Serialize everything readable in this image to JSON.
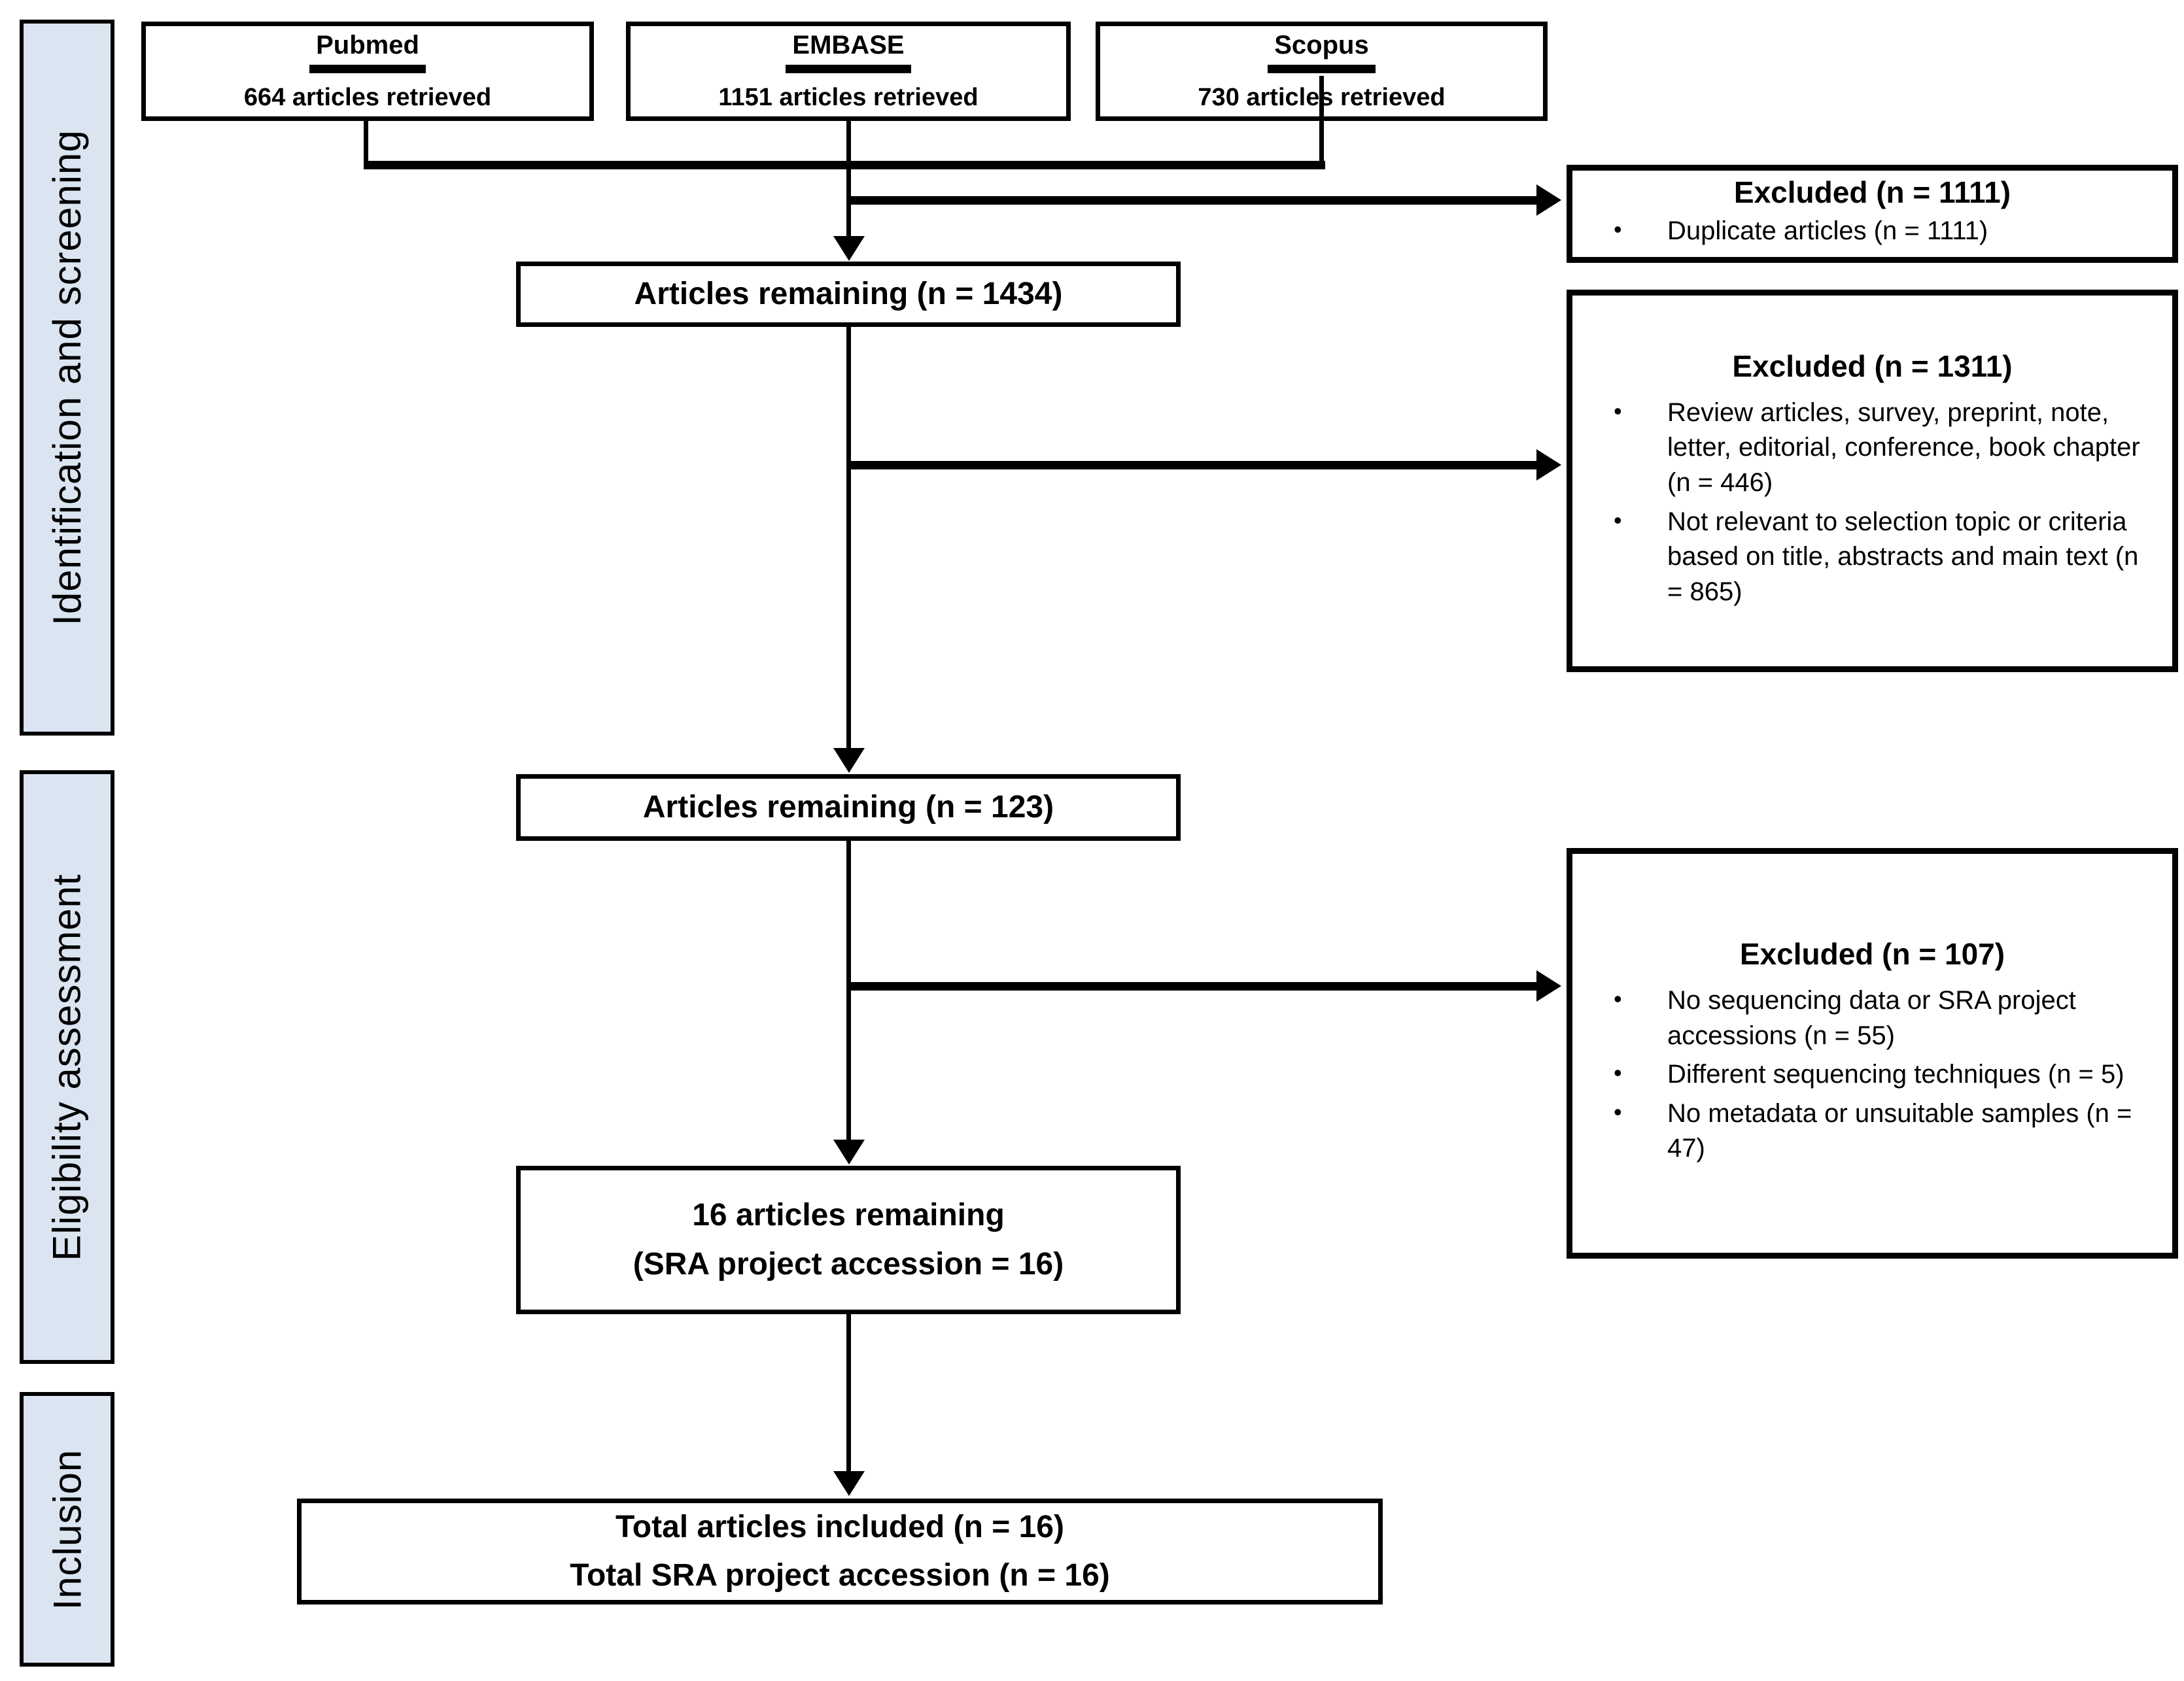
{
  "colors": {
    "background": "#ffffff",
    "sidebar_fill": "#dbe5f1",
    "line": "#000000"
  },
  "sidebar": {
    "stages": [
      {
        "label": "Identification and screening"
      },
      {
        "label": "Eligibility assessment"
      },
      {
        "label": "Inclusion"
      }
    ]
  },
  "sources": [
    {
      "title": "Pubmed",
      "subtitle": "664 articles retrieved"
    },
    {
      "title": "EMBASE",
      "subtitle": "1151 articles retrieved"
    },
    {
      "title": "Scopus",
      "subtitle": "730 articles retrieved"
    }
  ],
  "flow": [
    {
      "label": "Articles remaining (n = 1434)"
    },
    {
      "label": "Articles remaining (n = 123)"
    },
    {
      "line1": "16 articles remaining",
      "line2": "(SRA project accession = 16)"
    },
    {
      "line1": "Total articles included (n = 16)",
      "line2": "Total SRA project accession (n = 16)"
    }
  ],
  "exclusions": [
    {
      "title": "Excluded (n = 1111)",
      "bullets": [
        "Duplicate articles (n = 1111)"
      ]
    },
    {
      "title": "Excluded (n = 1311)",
      "bullets": [
        "Review articles, survey, preprint, note, letter, editorial, conference, book chapter (n = 446)",
        "Not relevant to selection topic or criteria based on title, abstracts and main text (n = 865)"
      ]
    },
    {
      "title": "Excluded (n = 107)",
      "bullets": [
        "No sequencing data or SRA project accessions (n = 55)",
        "Different sequencing techniques (n = 5)",
        "No metadata or unsuitable samples (n = 47)"
      ]
    }
  ]
}
